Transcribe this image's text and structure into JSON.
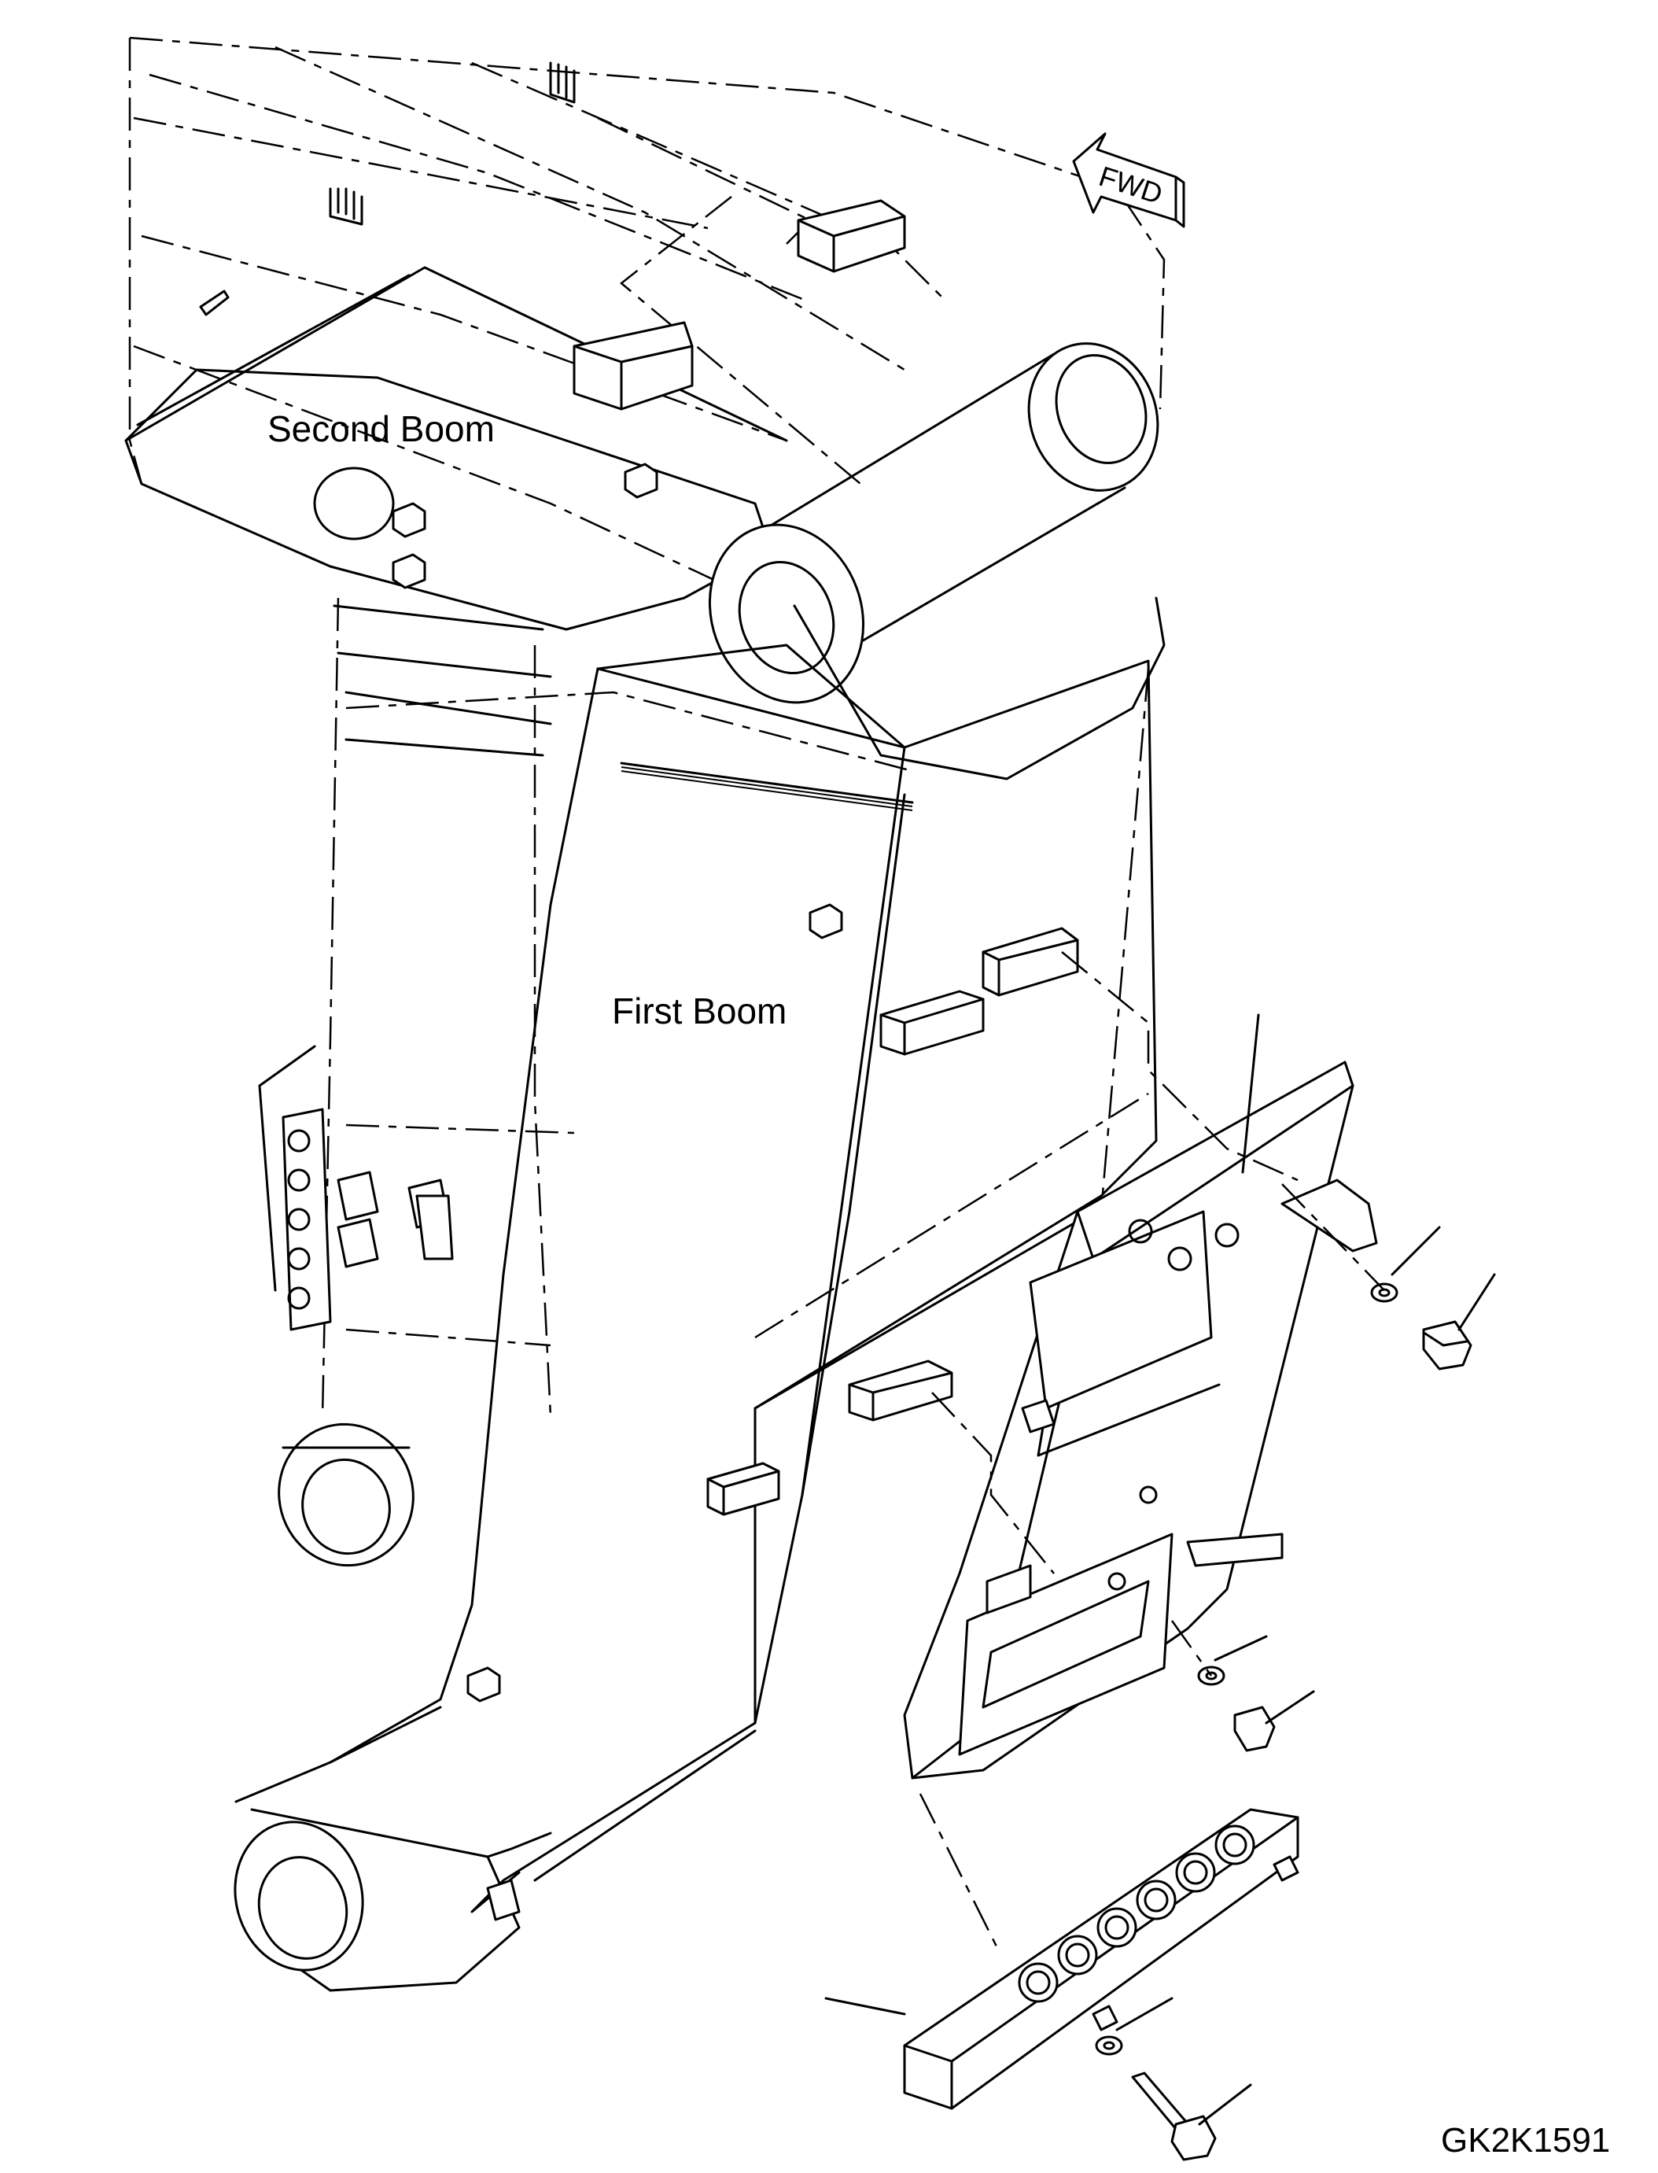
{
  "labels": {
    "second_boom": "Second Boom",
    "first_boom": "First Boom",
    "fwd": "FWD",
    "drawing_code": "GK2K1591"
  },
  "colors": {
    "line": "#000000",
    "background": "#ffffff"
  }
}
